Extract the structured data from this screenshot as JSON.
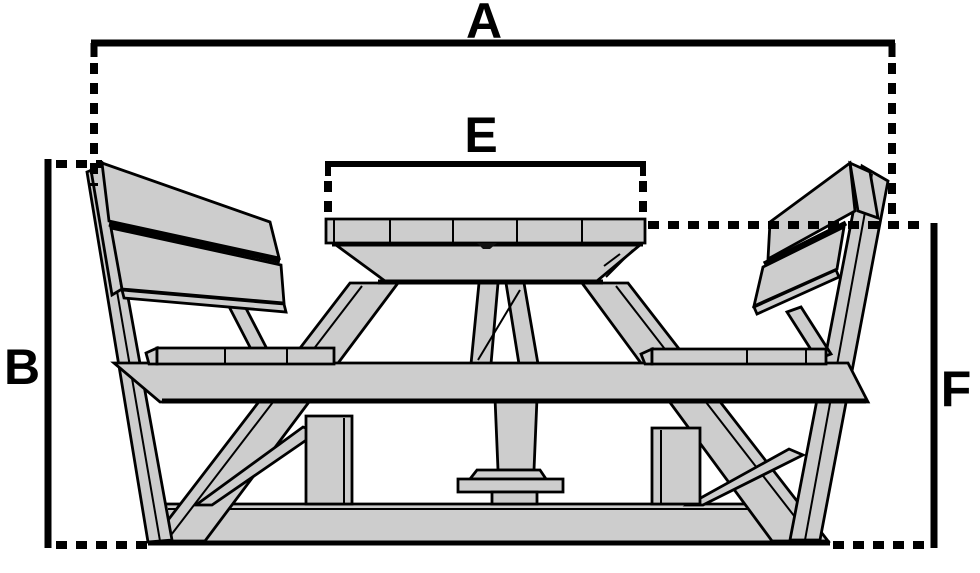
{
  "diagram": {
    "type": "dimension-drawing",
    "subject": "picnic table with two attached benches, end view",
    "labels": {
      "overall_width": "A",
      "left_height": "B",
      "tabletop_width": "E",
      "right_height": "F"
    },
    "colors": {
      "wood_fill": "#cdcdcd",
      "line": "#000000",
      "background": "#ffffff"
    }
  }
}
